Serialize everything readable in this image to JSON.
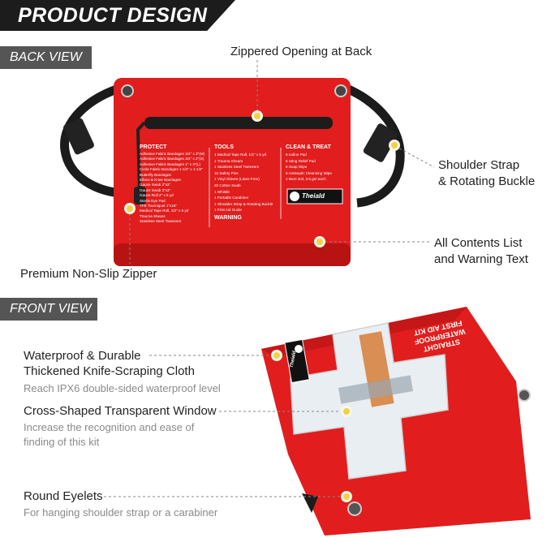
{
  "header": {
    "title": "PRODUCT DESIGN"
  },
  "back_view": {
    "tag": "BACK VIEW",
    "callouts": {
      "zipper_opening": "Zippered Opening at Back",
      "shoulder_strap_line1": "Shoulder Strap",
      "shoulder_strap_line2": "& Rotating Buckle",
      "contents_line1": "All Contents List",
      "contents_line2": "and Warning Text",
      "zipper": "Premium Non-Slip Zipper"
    },
    "bag": {
      "col1_header": "PROTECT",
      "col2_header": "TOOLS",
      "col3_header": "CLEAN & TREAT",
      "col1_items": [
        "Adhesive Fabric Bandages 3/4\" x 3\"(M)",
        "Adhesive Fabric Bandages 3/4\" x 2\"(S)",
        "Adhesive Fabric Bandages 1\" x 3\"(L)",
        "Circle Fabric Bandages 1-1/2\" x 1-1/2\"",
        "Butterfly Bandages",
        "Elbow & Knee Bandages",
        "Gauze Swab 2\"x2\"",
        "Gauze Swab 3\"x3\"",
        "Gauze Roll 2\" x 5 yd",
        "Sterile Eye Pad",
        "TPE Tourniquet 1\"x18\"",
        "Medical Tape Roll, 1/2\" x 5 yd",
        "Trauma Shears",
        "Stainless Steel Tweezers"
      ],
      "col2_items": [
        "Medical Tape Roll, 1/2\" x 5 yd",
        "Trauma Shears",
        "Stainless Steel Tweezers",
        "Safety Pins",
        "Vinyl Gloves (Latex-Free)",
        "Cotton Swab",
        "Whistle",
        "Portable Carabiner",
        "Shoulder Strap & Rotating Buckle",
        "First Aid Guide"
      ],
      "col2_qty": [
        "1",
        "1",
        "1",
        "10",
        "1",
        "20",
        "1",
        "1",
        "1",
        "1"
      ],
      "col3_items": [
        "Iodine Pad",
        "Sting Relief Pad",
        "Soap Wipe",
        "Antiseptic Cleansing Wipe",
        "Burn Gel, 3.5 gm each"
      ],
      "col3_qty": [
        "6",
        "6",
        "6",
        "6",
        "1"
      ],
      "warning_header": "WARNING",
      "brand": "Theiald"
    }
  },
  "front_view": {
    "tag": "FRONT VIEW",
    "callouts": {
      "waterproof_line1": "Waterproof & Durable",
      "waterproof_line2": "Thickened Knife-Scraping Cloth",
      "waterproof_sub": "Reach IPX6 double-sided waterproof level",
      "window": "Cross-Shaped Transparent Window",
      "window_sub1": "Increase the recognition and ease of",
      "window_sub2": "finding of this kit",
      "eyelets": "Round Eyelets",
      "eyelets_sub": "For hanging shoulder strap or a carabiner"
    },
    "bag_text_line1": "STRAIGHT",
    "bag_text_line2": "WATERPROOF",
    "bag_text_line3": "FIRST AID KIT",
    "brand": "Theiald"
  },
  "colors": {
    "bag_red": "#e11d1d",
    "dot_yellow": "#f2d04a",
    "banner": "#1c1c1c",
    "tag_gray": "#555555"
  }
}
